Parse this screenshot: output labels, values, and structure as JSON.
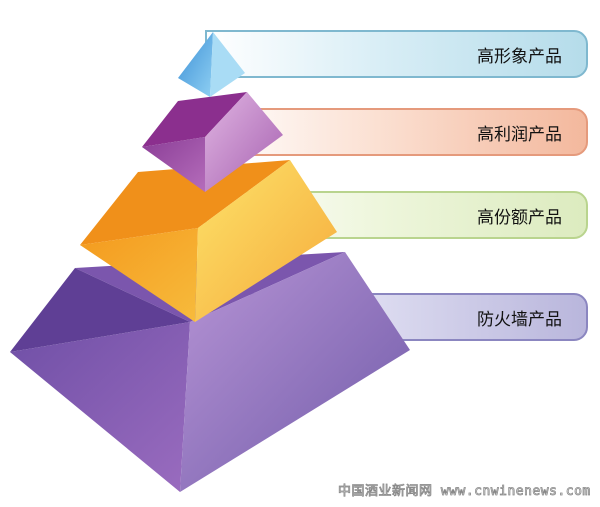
{
  "tiers": [
    {
      "label": "高形象产品",
      "color": "#5aaee0"
    },
    {
      "label": "高利润产品",
      "color": "#a45bab"
    },
    {
      "label": "高份额产品",
      "color": "#f4a630"
    },
    {
      "label": "防火墙产品",
      "color": "#8062b4"
    }
  ],
  "watermark": {
    "site_name": "中国酒业新闻网",
    "url": "www.cnwinenews.com"
  }
}
